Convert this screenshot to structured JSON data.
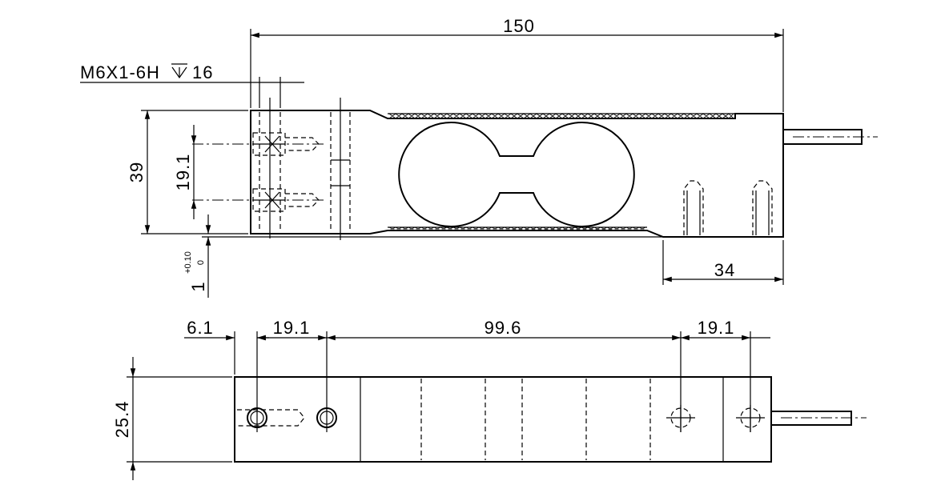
{
  "dims": {
    "total_length": "150",
    "thread_callout": "M6X1-6H",
    "thread_depth": "16",
    "height": "39",
    "hole_pitch": "19.1",
    "tolerance_base": "1",
    "tolerance_upper": "+0.10",
    "tolerance_lower": "0",
    "right_offset": "34",
    "bottom_edge": "6.1",
    "bottom_pitch_left": "19.1",
    "bottom_span": "99.6",
    "bottom_pitch_right": "19.1",
    "width": "25.4"
  },
  "colors": {
    "line": "#000000",
    "background": "#ffffff"
  }
}
